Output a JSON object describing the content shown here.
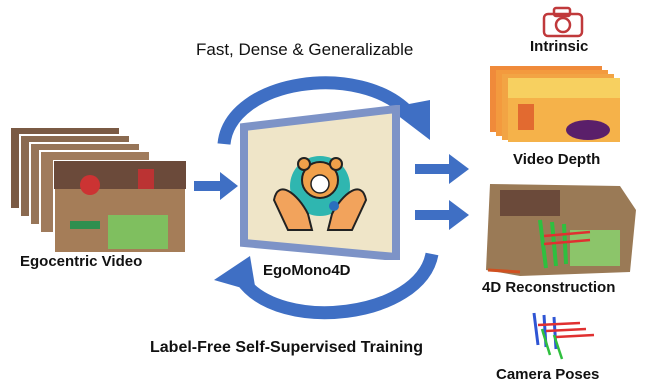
{
  "top_caption": "Fast, Dense & Generalizable",
  "bottom_caption": "Label-Free Self-Supervised Training",
  "input_label": "Egocentric Video",
  "model_label": "EgoMono4D",
  "outputs": {
    "intrinsic": "Intrinsic",
    "video_depth": "Video Depth",
    "reconstruction": "4D Reconstruction",
    "camera_poses": "Camera Poses"
  },
  "icons": [
    "camera-icon",
    "hands-mascot-icon",
    "camera-pose-axes-icon"
  ],
  "colors": {
    "arrow_blue": "#3f6fc4",
    "panel_tan": "#efe5c8",
    "icon_red": "#c0393b"
  }
}
